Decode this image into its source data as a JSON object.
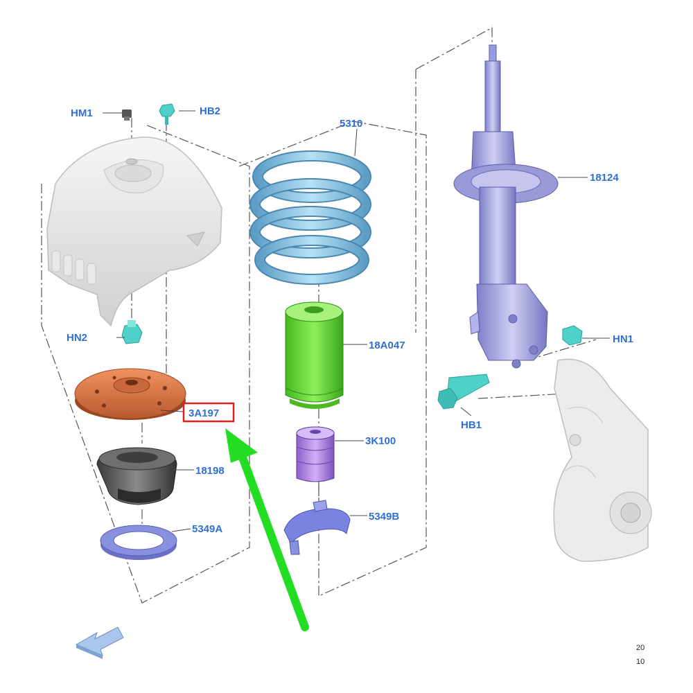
{
  "labels": {
    "hm1": "HM1",
    "hb2": "HB2",
    "hn2": "HN2",
    "part_3a197": "3A197",
    "part_18198": "18198",
    "part_5349a": "5349A",
    "part_5310": "5310",
    "part_18a047": "18A047",
    "part_3k100": "3K100",
    "part_5349b": "5349B",
    "part_18124": "18124",
    "hn1": "HN1",
    "hb1": "HB1"
  },
  "corner_text": [
    "20",
    "10"
  ],
  "colors": {
    "label_text": "#2f6fcf",
    "highlight_box": "#e02020",
    "arrow": "#22dd22",
    "spring": "#8fc8e6",
    "bump_stop": "#66dd33",
    "jounce": "#b48ae6",
    "isolator": "#8890e0",
    "strut": "#a8a8e6",
    "mount_plate": "#e07a4a",
    "bearing": "#555555",
    "fastener": "#4fd0c8"
  },
  "icons": {
    "direction_arrow": "front-direction-arrow-icon"
  }
}
